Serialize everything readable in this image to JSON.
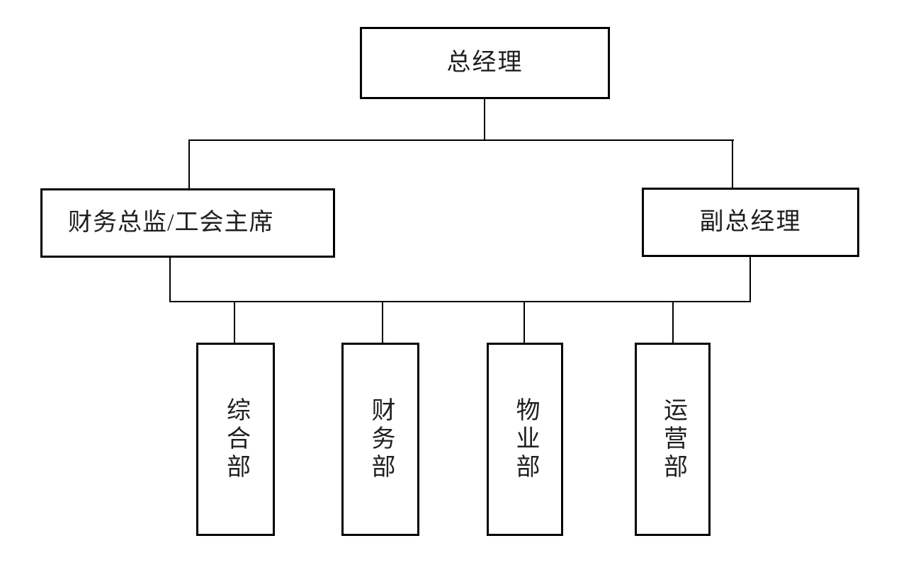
{
  "chart": {
    "type": "org-chart",
    "orientation": "top-down",
    "background_color": "#ffffff",
    "line_color": "#000000",
    "box_border_color": "#000000",
    "box_fill_color": "#ffffff",
    "text_color": "#1f1f1f"
  },
  "nodes": {
    "level_1": {
      "label": "总经理"
    },
    "level_2": [
      {
        "label": "财务总监/工会主席"
      },
      {
        "label": "副总经理"
      }
    ],
    "level_3": [
      {
        "label": "综合部"
      },
      {
        "label": "财务部"
      },
      {
        "label": "物业部"
      },
      {
        "label": "运营部"
      }
    ]
  }
}
